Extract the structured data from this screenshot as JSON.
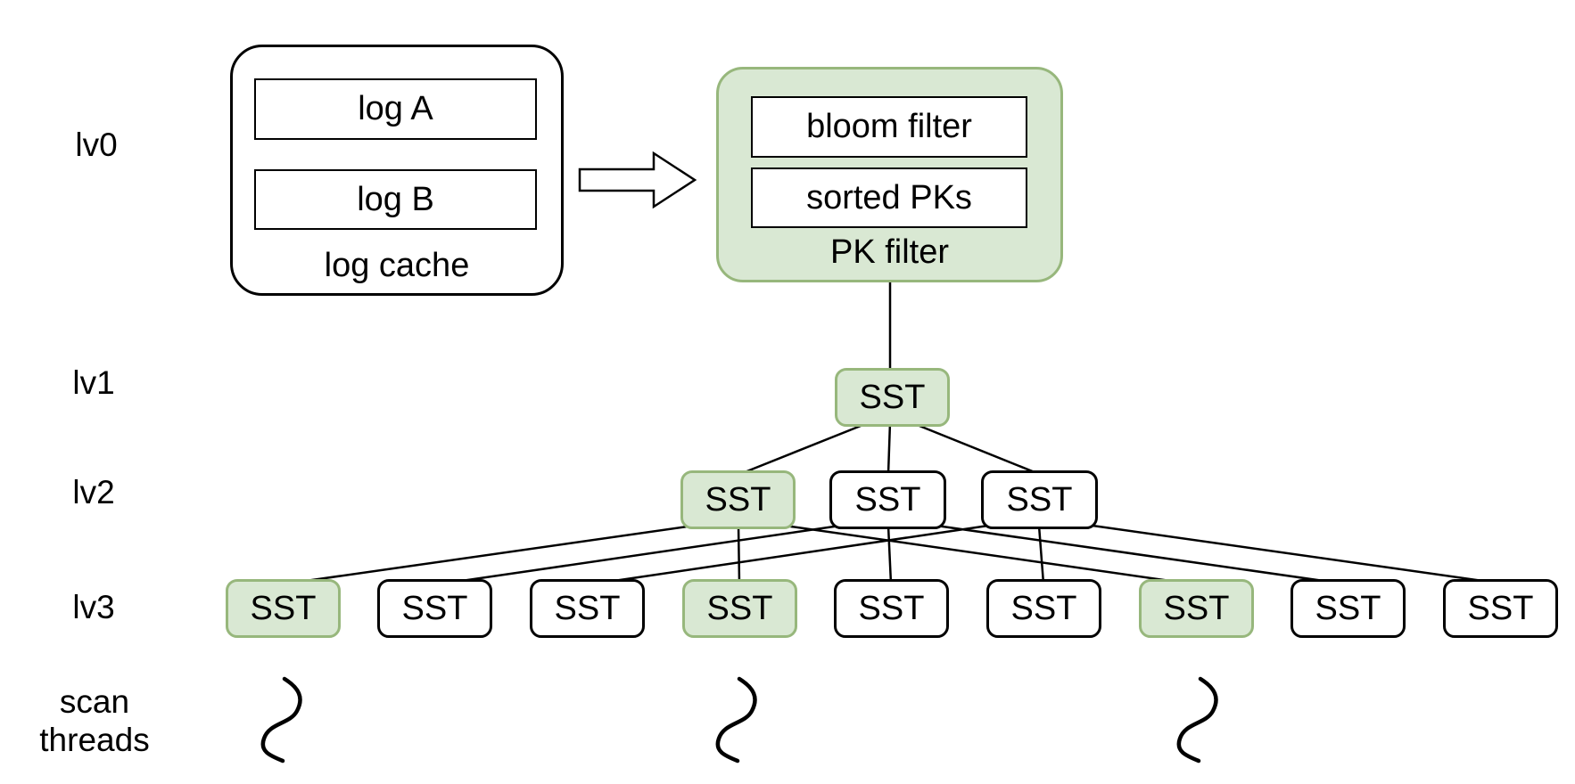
{
  "labels": {
    "lv0": "lv0",
    "lv1": "lv1",
    "lv2": "lv2",
    "lv3": "lv3",
    "scan_line1": "scan",
    "scan_line2": "threads"
  },
  "log_cache": {
    "caption": "log cache",
    "items": [
      {
        "label": "log A"
      },
      {
        "label": "log B"
      }
    ]
  },
  "pk_filter": {
    "caption": "PK filter",
    "items": [
      {
        "label": "bloom filter"
      },
      {
        "label": "sorted PKs"
      }
    ]
  },
  "levels": {
    "lv1": {
      "nodes": [
        {
          "label": "SST",
          "highlighted": true
        }
      ]
    },
    "lv2": {
      "nodes": [
        {
          "label": "SST",
          "highlighted": true
        },
        {
          "label": "SST",
          "highlighted": false
        },
        {
          "label": "SST",
          "highlighted": false
        }
      ]
    },
    "lv3": {
      "nodes": [
        {
          "label": "SST",
          "highlighted": true
        },
        {
          "label": "SST",
          "highlighted": false
        },
        {
          "label": "SST",
          "highlighted": false
        },
        {
          "label": "SST",
          "highlighted": true
        },
        {
          "label": "SST",
          "highlighted": false
        },
        {
          "label": "SST",
          "highlighted": false
        },
        {
          "label": "SST",
          "highlighted": true
        },
        {
          "label": "SST",
          "highlighted": false
        },
        {
          "label": "SST",
          "highlighted": false
        }
      ]
    }
  },
  "scan_threads": {
    "count": 3
  },
  "colors": {
    "highlight_fill": "#d9e8d3",
    "highlight_stroke": "#97b77c",
    "line": "#000000",
    "background": "#ffffff"
  }
}
